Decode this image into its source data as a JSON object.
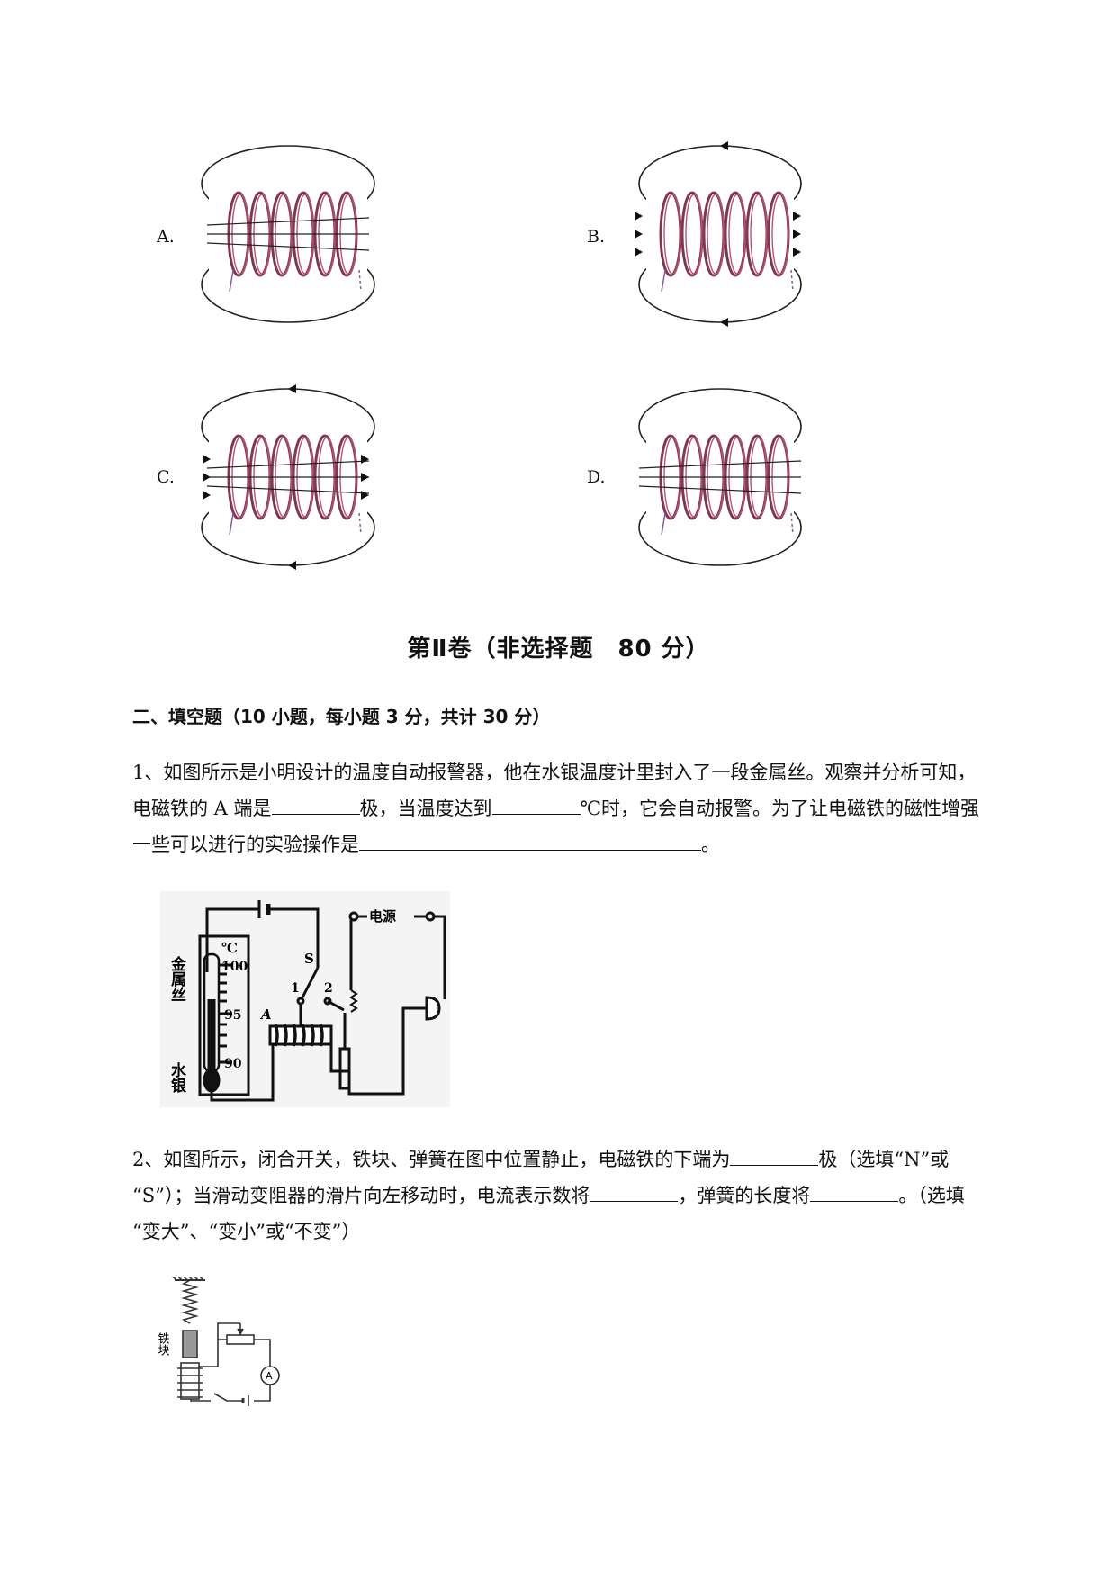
{
  "options": [
    {
      "label": "A."
    },
    {
      "label": "B."
    },
    {
      "label": "C."
    },
    {
      "label": "D."
    }
  ],
  "section_title": "第Ⅱ卷（非选择题　80 分）",
  "part_heading": "二、填空题（10 小题，每小题 3 分，共计 30 分）",
  "q1": {
    "l1": "1、如图所示是小明设计的温度自动报警器，他在水银温度计里封入了一段金属丝。观察并分析可知，",
    "l2a": "电磁铁的 A 端是",
    "l2b": "极，当温度达到",
    "l2c": "℃时，它会自动报警。为了让电磁铁的磁性增强",
    "l3a": "一些可以进行的实验操作是",
    "l3b": "。",
    "fig": {
      "unit": "℃",
      "t100": "100",
      "t95": "95",
      "t90": "90",
      "metal": "金属丝",
      "mercury": "水银",
      "switch": "S",
      "c1": "1",
      "c2": "2",
      "endA": "A",
      "power": "电源"
    }
  },
  "q2": {
    "l1a": "2、如图所示，闭合开关，铁块、弹簧在图中位置静止，电磁铁的下端为",
    "l1b": "极（选填“N”或",
    "l2a": "“S”）；当滑动变阻器的滑片向左移动时，电流表示数将",
    "l2b": "，弹簧的长度将",
    "l2c": "。（选填",
    "l3": "“变大”、“变小”或“不变”）",
    "fig": {
      "iron": "铁块",
      "ammeter": "A"
    }
  }
}
